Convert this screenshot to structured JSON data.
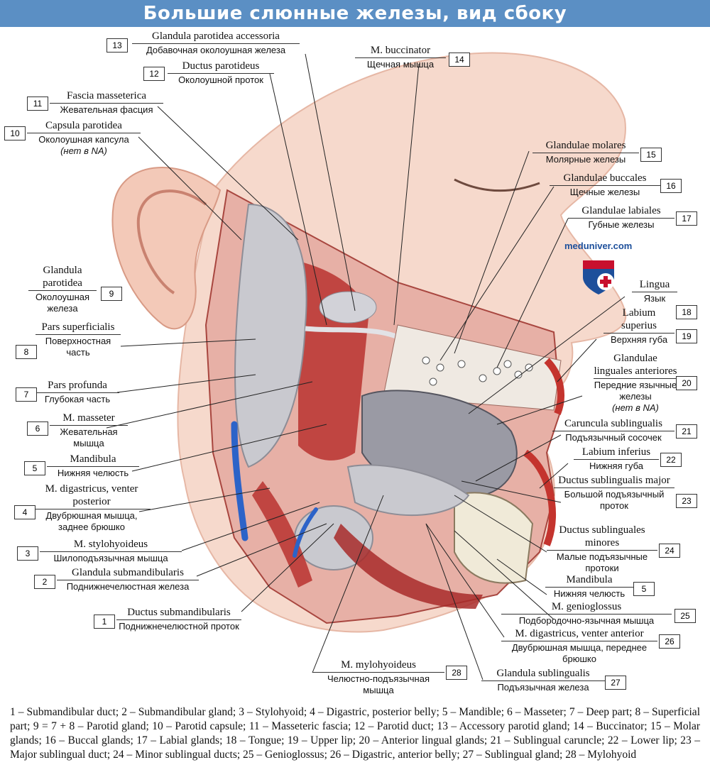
{
  "title": "Большие слюнные железы, вид сбоку",
  "watermark": "meduniver.com",
  "labels": [
    {
      "num": "13",
      "lat": "Glandula parotidea accessoria",
      "rus": "Добавочная околоушная железа"
    },
    {
      "num": "12",
      "lat": "Ductus parotideus",
      "rus": "Околоушной проток"
    },
    {
      "num": "11",
      "lat": "Fascia masseterica",
      "rus": "Жевательная фасция"
    },
    {
      "num": "10",
      "lat": "Capsula parotidea",
      "rus": "Околоушная капсула",
      "note": "(нет в NA)"
    },
    {
      "num": "9",
      "lat": "Glandula parotidea",
      "rus": "Околоушная железа"
    },
    {
      "num": "8",
      "lat": "Pars superficialis",
      "rus": "Поверхностная часть"
    },
    {
      "num": "7",
      "lat": "Pars profunda",
      "rus": "Глубокая часть"
    },
    {
      "num": "6",
      "lat": "M. masseter",
      "rus": "Жевательная мышца"
    },
    {
      "num": "5",
      "lat": "Mandibula",
      "rus": "Нижняя челюсть"
    },
    {
      "num": "4",
      "lat": "M. digastricus, venter posterior",
      "rus": "Двубрюшная мышца, заднее брюшко"
    },
    {
      "num": "3",
      "lat": "M. stylohyoideus",
      "rus": "Шилоподъязычная мышца"
    },
    {
      "num": "2",
      "lat": "Glandula submandibularis",
      "rus": "Поднижнечелюстная железа"
    },
    {
      "num": "1",
      "lat": "Ductus submandibularis",
      "rus": "Поднижнечелюстной проток"
    },
    {
      "num": "14",
      "lat": "M. buccinator",
      "rus": "Щечная мышца"
    },
    {
      "num": "15",
      "lat": "Glandulae molares",
      "rus": "Молярные железы"
    },
    {
      "num": "16",
      "lat": "Glandulae buccales",
      "rus": "Щечные железы"
    },
    {
      "num": "17",
      "lat": "Glandulae labiales",
      "rus": "Губные железы"
    },
    {
      "num": "18",
      "lat": "Lingua",
      "rus": "Язык"
    },
    {
      "num": "19",
      "lat": "Labium superius",
      "rus": "Верхняя губа"
    },
    {
      "num": "20",
      "lat": "Glandulae linguales anteriores",
      "rus": "Передние язычные железы",
      "note": "(нет в NA)"
    },
    {
      "num": "21",
      "lat": "Caruncula sublingualis",
      "rus": "Подъязычный сосочек"
    },
    {
      "num": "22",
      "lat": "Labium inferius",
      "rus": "Нижняя губа"
    },
    {
      "num": "23",
      "lat": "Ductus sublingualis major",
      "rus": "Большой подъязычный проток"
    },
    {
      "num": "24",
      "lat": "Ductus sublinguales minores",
      "rus": "Малые подъязычные протоки"
    },
    {
      "num": "5",
      "lat": "Mandibula",
      "rus": "Нижняя челюсть"
    },
    {
      "num": "25",
      "lat": "M. genioglossus",
      "rus": "Подбородочно-язычная мышца"
    },
    {
      "num": "26",
      "lat": "M. digastricus, venter anterior",
      "rus": "Двубрюшная мышца, переднее брюшко"
    },
    {
      "num": "27",
      "lat": "Glandula sublingualis",
      "rus": "Подъязычная железа"
    },
    {
      "num": "28",
      "lat": "M. mylohyoideus",
      "rus": "Челюстно-подъязычная мышца"
    }
  ],
  "legend": "1 – Submandibular duct; 2 – Submandibular gland; 3 – Stylohyoid; 4 – Digastric, posterior belly; 5 – Mandible; 6 – Masseter; 7 – Deep part; 8 – Superficial part; 9 = 7 + 8 – Parotid gland; 10 – Parotid capsule; 11 – Masseteric fascia; 12 – Parotid duct; 13 – Accessory parotid gland; 14 – Buccinator; 15 – Molar glands; 16 – Buccal glands; 17 – Labial glands; 18 – Tongue; 19 – Upper lip; 20 – Anterior lingual glands; 21 – Sublingual caruncle; 22 – Lower lip; 23 – Major sublingual duct; 24 – Minor sublingual ducts; 25 – Genioglossus; 26 – Digastric, anterior belly; 27 – Sublingual gland; 28 – Mylohyoid",
  "colors": {
    "title_bg": "#5b8fc4",
    "skin": "#f6d9cc",
    "muscle": "#b8322f",
    "gland": "#c9c9cf",
    "vessel": "#2c63c8"
  }
}
